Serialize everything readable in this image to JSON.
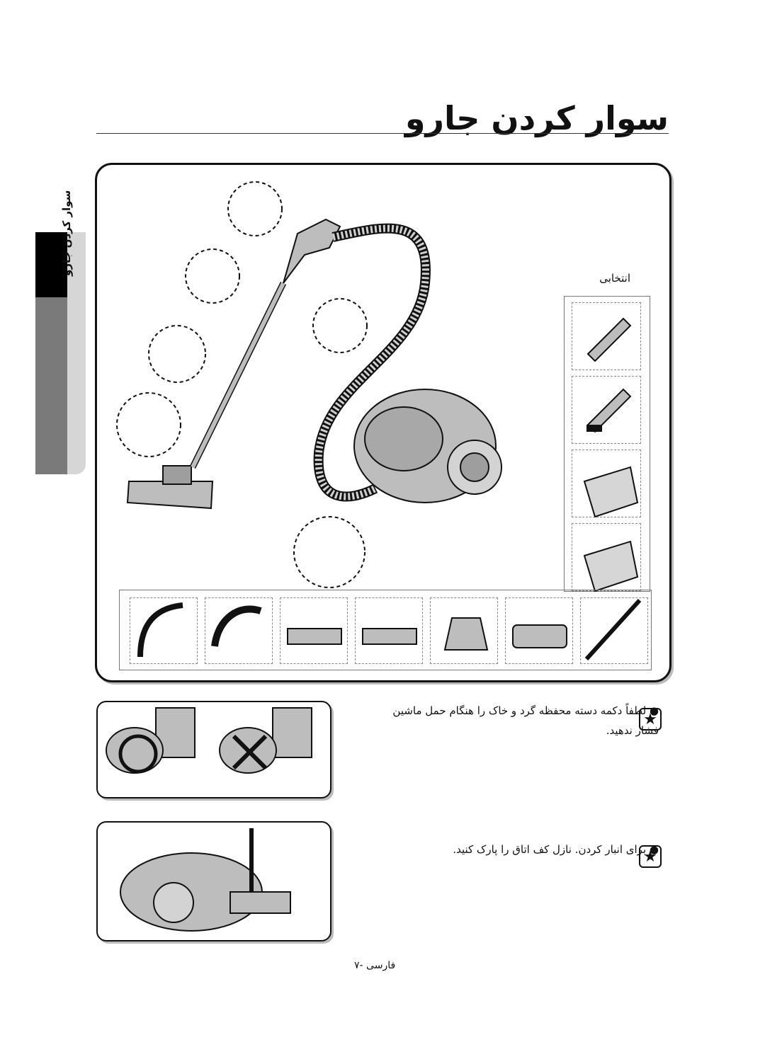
{
  "page": {
    "title": "سوار کردن جارو",
    "side_tab_label": "سوار کردن جارو",
    "footer": "فارسی -۷"
  },
  "accessories": {
    "label": "انتخابی"
  },
  "notes": [
    {
      "icon": "star-icon",
      "text": "● لطفاً دکمه دسته محفظه گرد و خاک را هنگام حمل ماشین فشار ندهید."
    },
    {
      "icon": "star-icon",
      "text": "● برای انبار کردن. نازل کف اتاق را پارک کنید."
    }
  ],
  "colors": {
    "ink": "#111111",
    "side_dark": "#000000",
    "side_mid": "#7a7a7a",
    "side_light": "#d6d6d6",
    "illustration_fill": "#bdbdbd"
  }
}
